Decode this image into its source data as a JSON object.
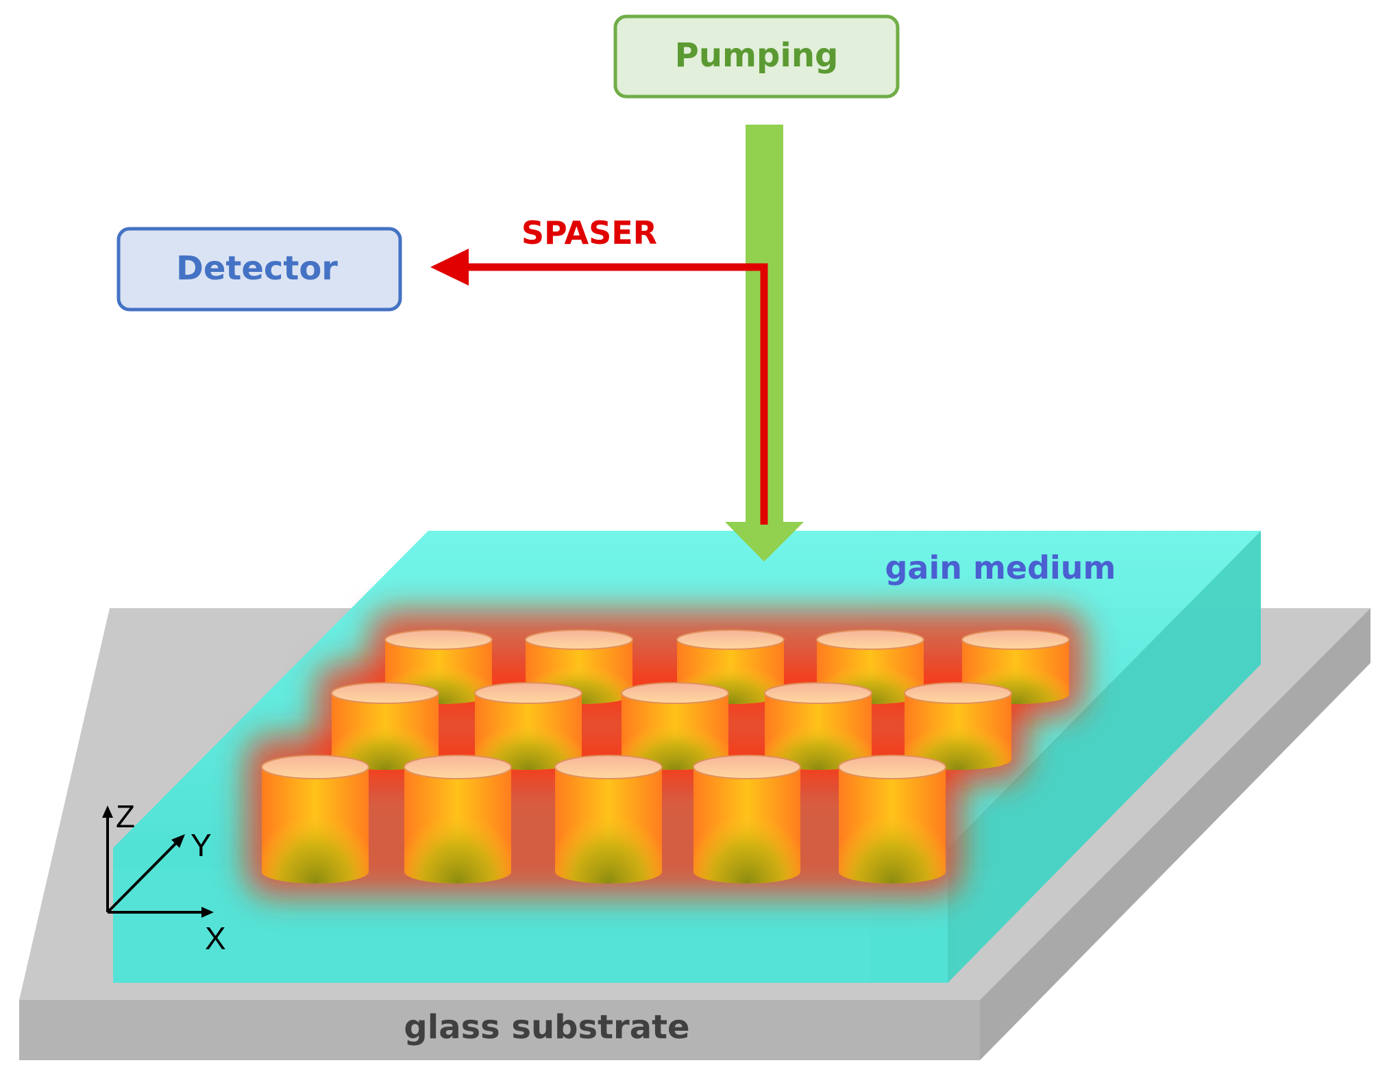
{
  "labels": {
    "pumping": "Pumping",
    "detector": "Detector",
    "spaser": "SPASER",
    "gain_medium": "gain medium",
    "glass_substrate": "glass substrate"
  },
  "axes": {
    "z": "Z",
    "y": "Y",
    "x": "X"
  },
  "nanodisk_array": {
    "rows": 3,
    "columns": 5
  },
  "colors": {
    "pumping_beam": "#92d050",
    "pumping_box_fill": "#e2efda",
    "pumping_box_border": "#70ad47",
    "pumping_text": "#5b9a32",
    "detector_box_fill": "#dae3f3",
    "detector_box_border": "#4472c4",
    "detector_text": "#4472c4",
    "spaser_beam": "#e00000",
    "gain_medium": "#4fe3d6",
    "gain_medium_label": "#4a5fd0",
    "substrate": "#bfbfbf",
    "substrate_label": "#404040",
    "nanodisk": "#ffb400",
    "glow": "#ff3010"
  }
}
